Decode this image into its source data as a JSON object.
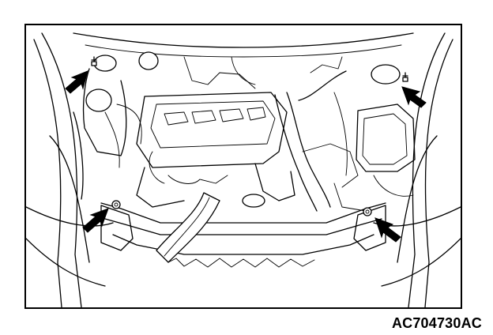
{
  "figure": {
    "code": "AC704730AC"
  },
  "colors": {
    "line": "#000000",
    "background": "#ffffff"
  },
  "markers": [
    {
      "id": "top-left",
      "icon": "arrow-icon"
    },
    {
      "id": "top-right",
      "icon": "arrow-icon"
    },
    {
      "id": "bottom-left",
      "icon": "arrow-icon"
    },
    {
      "id": "bottom-right",
      "icon": "arrow-icon"
    }
  ]
}
